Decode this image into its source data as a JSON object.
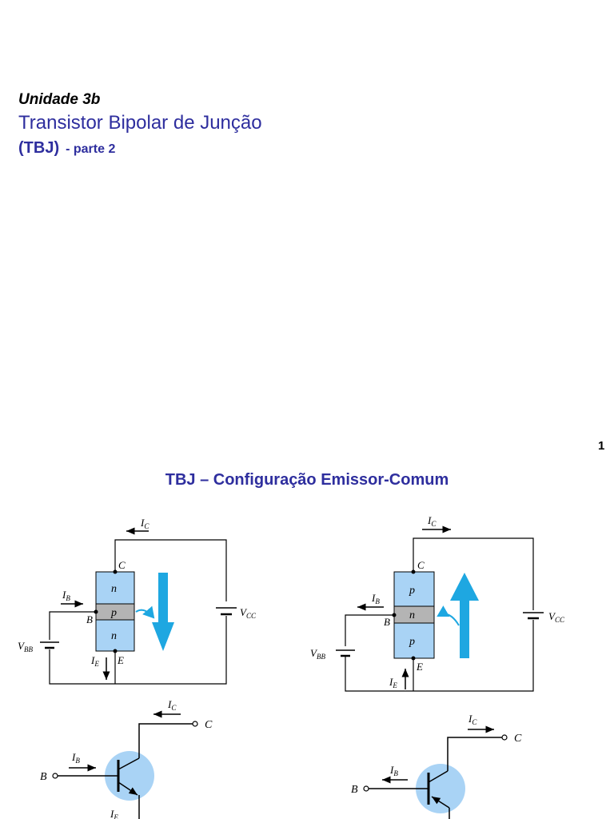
{
  "slide1": {
    "unit_label": "Unidade 3b",
    "title": "Transistor Bipolar de Junção",
    "subtitle_main": "(TBJ)",
    "subtitle_part": "- parte 2",
    "page_number": "1"
  },
  "slide2": {
    "title": "TBJ – Configuração Emissor-Comum"
  },
  "diagram_npn": {
    "collector_label": "C",
    "base_label": "B",
    "emitter_label": "E",
    "region_top": "n",
    "region_mid": "p",
    "region_bottom": "n",
    "ic_label": "I",
    "ic_sub": "C",
    "ib_label": "I",
    "ib_sub": "B",
    "ie_label": "I",
    "ie_sub": "E",
    "vcc_label": "V",
    "vcc_sub": "CC",
    "vbb_label": "V",
    "vbb_sub": "BB"
  },
  "diagram_pnp": {
    "collector_label": "C",
    "base_label": "B",
    "emitter_label": "E",
    "region_top": "p",
    "region_mid": "n",
    "region_bottom": "p",
    "ic_label": "I",
    "ic_sub": "C",
    "ib_label": "I",
    "ib_sub": "B",
    "ie_label": "I",
    "ie_sub": "E",
    "vcc_label": "V",
    "vcc_sub": "CC",
    "vbb_label": "V",
    "vbb_sub": "BB"
  },
  "symbol_npn": {
    "collector_label": "C",
    "base_label": "B",
    "ic_label": "I",
    "ic_sub": "C",
    "ib_label": "I",
    "ib_sub": "B",
    "ie_label": "I",
    "ie_sub": "E"
  },
  "symbol_pnp": {
    "collector_label": "C",
    "base_label": "B",
    "ic_label": "I",
    "ic_sub": "C",
    "ib_label": "I",
    "ib_sub": "B"
  },
  "colors": {
    "title_blue": "#2e2e9e",
    "region_blue": "#a9d3f5",
    "junction_gray": "#b4b4b4",
    "arrow_cyan": "#1ea7e1"
  }
}
